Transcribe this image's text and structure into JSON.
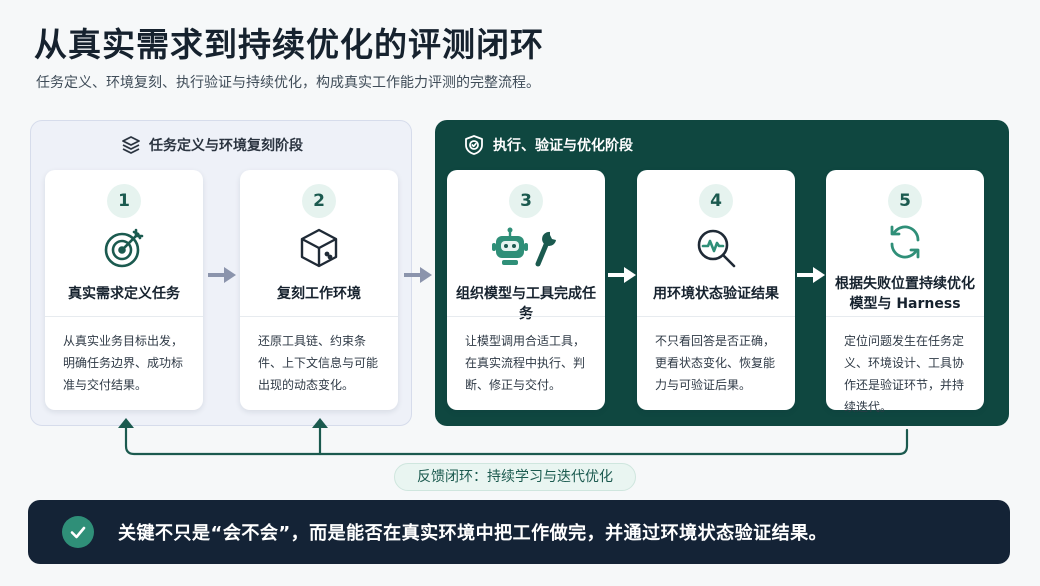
{
  "title": "从真实需求到持续优化的评测闭环",
  "subtitle": "任务定义、环境复刻、执行验证与持续优化，构成真实工作能力评测的完整流程。",
  "colors": {
    "accent_dark": "#0f4740",
    "accent": "#2f8f78",
    "bottom_bar": "#142336",
    "left_phase_bg": "#eef1f8"
  },
  "phases": [
    {
      "label": "任务定义与环境复刻阶段",
      "icon": "layers-icon"
    },
    {
      "label": "执行、验证与优化阶段",
      "icon": "shield-check-icon"
    }
  ],
  "steps": [
    {
      "number": "1",
      "icon": "target-icon",
      "title": "真实需求定义任务",
      "desc": "从真实业务目标出发，明确任务边界、成功标准与交付结果。"
    },
    {
      "number": "2",
      "icon": "cube-icon",
      "title": "复刻工作环境",
      "desc": "还原工具链、约束条件、上下文信息与可能出现的动态变化。"
    },
    {
      "number": "3",
      "icon": "robot-wrench-icon",
      "title": "组织模型与工具完成任务",
      "desc": "让模型调用合适工具，在真实流程中执行、判断、修正与交付。"
    },
    {
      "number": "4",
      "icon": "search-pulse-icon",
      "title": "用环境状态验证结果",
      "desc": "不只看回答是否正确，更看状态变化、恢复能力与可验证后果。"
    },
    {
      "number": "5",
      "icon": "refresh-icon",
      "title": "根据失败位置持续优化模型与 Harness",
      "desc": "定位问题发生在任务定义、环境设计、工具协作还是验证环节，并持续迭代。"
    }
  ],
  "feedback_label": "反馈闭环：持续学习与迭代优化",
  "bottom_message": "关键不只是“会不会”，而是能否在真实环境中把工作做完，并通过环境状态验证结果。"
}
